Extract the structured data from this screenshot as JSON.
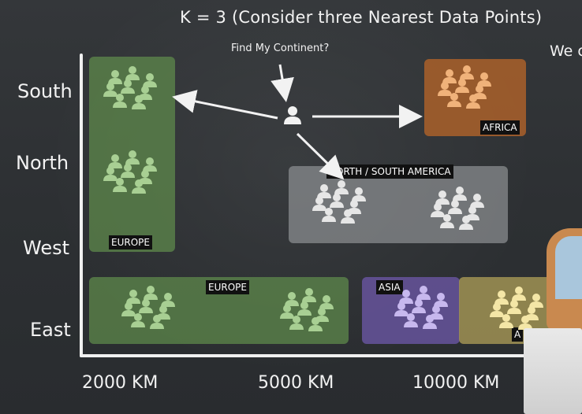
{
  "title": "K = 3 (Consider three Nearest Data Points)",
  "question": "Find My Continent?",
  "partial_text": "We c",
  "y_axis_labels": [
    "South",
    "North",
    "West",
    "East"
  ],
  "x_axis_labels": [
    "2000 KM",
    "5000 KM",
    "10000 KM"
  ],
  "regions": {
    "europe_vertical": {
      "label": "EUROPE",
      "color": "#4e7340"
    },
    "africa": {
      "label": "AFRICA",
      "color": "#9a5a2c"
    },
    "americas": {
      "label": "NORTH / SOUTH AMERICA",
      "color": "#7d8083"
    },
    "europe_horizontal": {
      "label": "EUROPE",
      "color": "#4e7340"
    },
    "asia": {
      "label": "ASIA",
      "color": "#5e4f8a"
    },
    "asia2": {
      "label": "A",
      "color": "#8a7d48"
    }
  },
  "colors": {
    "green_icon": "#a8cf93",
    "orange_icon": "#f0b27a",
    "grey_icon": "#e6e6e6",
    "purple_icon": "#c7b8ee",
    "yellow_icon": "#f4e6a6",
    "chalk": "#f2f2f2"
  },
  "icons": [
    "person-group-icon",
    "query-person-icon",
    "arrow-icon"
  ]
}
